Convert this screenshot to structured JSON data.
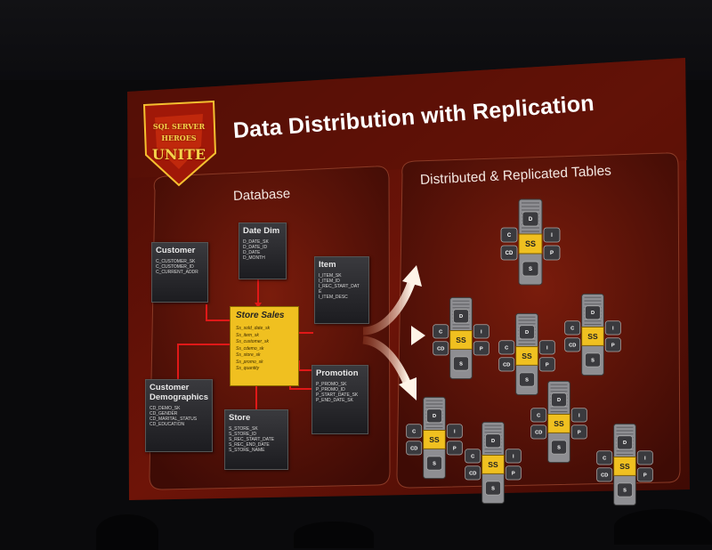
{
  "slide": {
    "title": "Data Distribution with Replication",
    "logo": {
      "line1": "SQL SERVER",
      "line2": "HEROES",
      "line3": "UNITE"
    },
    "left_panel": {
      "heading": "Database",
      "tables": [
        {
          "id": "customer",
          "title": "Customer",
          "fields": [
            "C_CUSTOMER_SK",
            "C_CUSTOMER_ID",
            "C_CURRENT_ADDR"
          ]
        },
        {
          "id": "date-dim",
          "title": "Date Dim",
          "fields": [
            "D_DATE_SK",
            "D_DATE_ID",
            "D_DATE",
            "D_MONTH"
          ]
        },
        {
          "id": "item",
          "title": "Item",
          "fields": [
            "I_ITEM_SK",
            "I_ITEM_ID",
            "I_REC_START_DAT",
            "E",
            "I_ITEM_DESC"
          ]
        },
        {
          "id": "customer-demographics",
          "title": "Customer Demographics",
          "fields": [
            "CD_DEMO_SK",
            "CD_GENDER",
            "CD_MARITAL_STATUS",
            "CD_EDUCATION"
          ]
        },
        {
          "id": "store",
          "title": "Store",
          "fields": [
            "S_STORE_SK",
            "S_STORE_ID",
            "S_REC_START_DATE",
            "S_REC_END_DATE",
            "S_STORE_NAME"
          ]
        },
        {
          "id": "promotion",
          "title": "Promotion",
          "fields": [
            "P_PROMO_SK",
            "P_PROMO_ID",
            "P_START_DATE_SK",
            "P_END_DATE_SK"
          ]
        }
      ],
      "fact_table": {
        "title": "Store Sales",
        "fields": [
          "Ss_sold_date_sk",
          "Ss_item_sk",
          "Ss_customer_sk",
          "Ss_cdemo_sk",
          "Ss_store_sk",
          "Ss_promo_sk",
          "Ss_quantity"
        ]
      }
    },
    "right_panel": {
      "heading": "Distributed & Replicated Tables",
      "node_labels": {
        "fact": "SS",
        "top": "D",
        "left_top": "C",
        "left_bottom": "CD",
        "right_top": "I",
        "right_bottom": "P",
        "bottom": "S"
      }
    }
  },
  "colors": {
    "slide_red": "#6e1408",
    "panel": "#5a1207",
    "fact_yellow": "#f0c020",
    "arrow": "#f6e4cf"
  }
}
